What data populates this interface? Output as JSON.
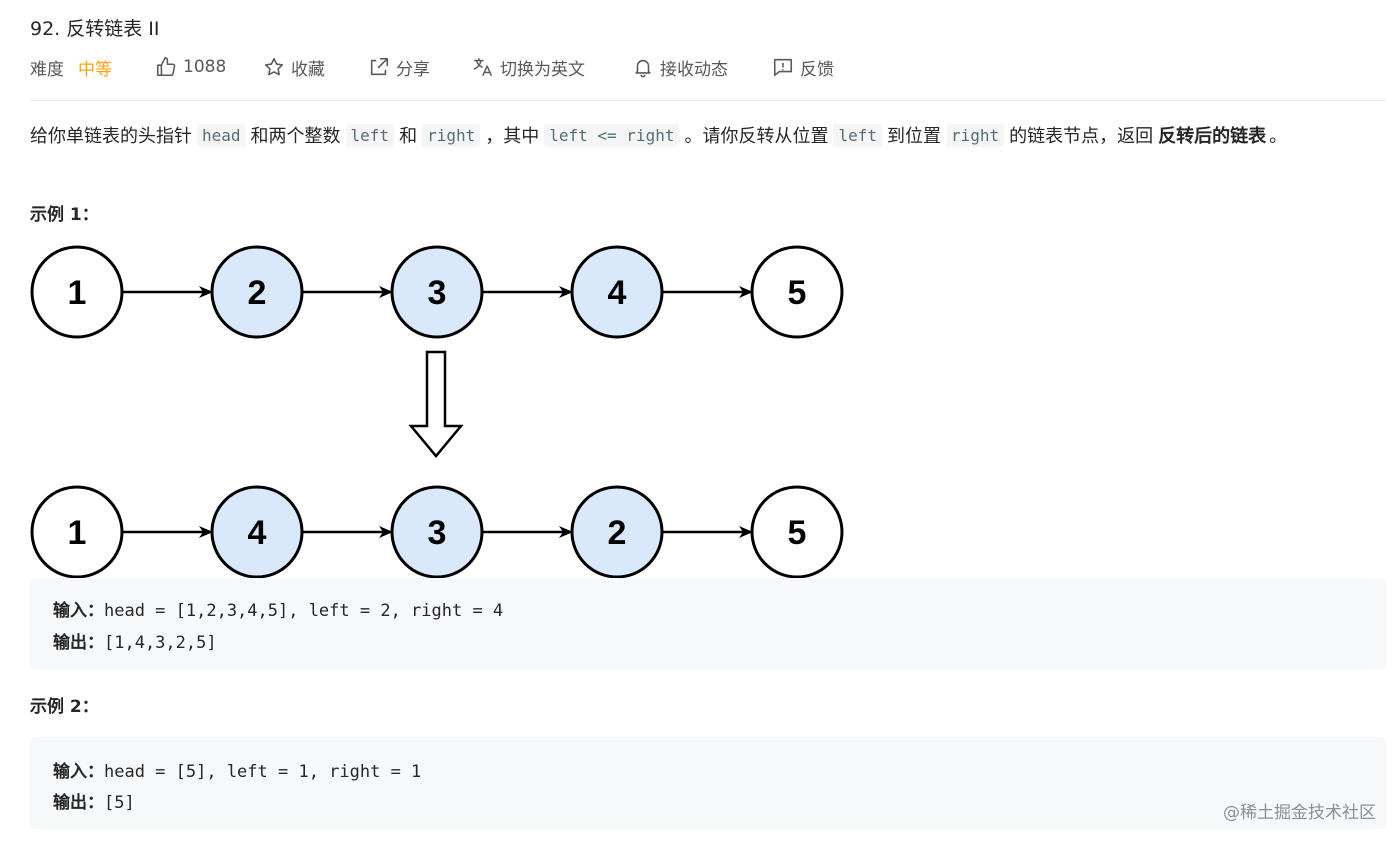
{
  "problem": {
    "title": "92. 反转链表 II"
  },
  "toolbar": {
    "difficulty_label": "难度",
    "difficulty_value": "中等",
    "likes": "1088",
    "favorite": "收藏",
    "share": "分享",
    "switch_lang": "切换为英文",
    "subscribe": "接收动态",
    "feedback": "反馈"
  },
  "description": {
    "p1": "给你单链表的头指针",
    "code_head": "head",
    "p2": "和两个整数",
    "code_left": "left",
    "p3": "和",
    "code_right": "right",
    "p4": "，其中",
    "code_cond": "left <= right",
    "p5": "。请你反转从位置",
    "code_left2": "left",
    "p6": "到位置",
    "code_right2": "right",
    "p7": "的链表节点，返回",
    "bold": "反转后的链表",
    "p8": "。"
  },
  "example1": {
    "title": "示例 1：",
    "diagram": {
      "before": [
        "1",
        "2",
        "3",
        "4",
        "5"
      ],
      "after": [
        "1",
        "4",
        "3",
        "2",
        "5"
      ],
      "highlight_fill": "#dae8fc"
    },
    "input_label": "输入：",
    "input": "head = [1,2,3,4,5], left = 2, right = 4",
    "output_label": "输出：",
    "output": "[1,4,3,2,5]"
  },
  "example2": {
    "title": "示例 2：",
    "input_label": "输入：",
    "input": "head = [5], left = 1, right = 1",
    "output_label": "输出：",
    "output": "[5]"
  },
  "watermark": "@稀土掘金技术社区"
}
